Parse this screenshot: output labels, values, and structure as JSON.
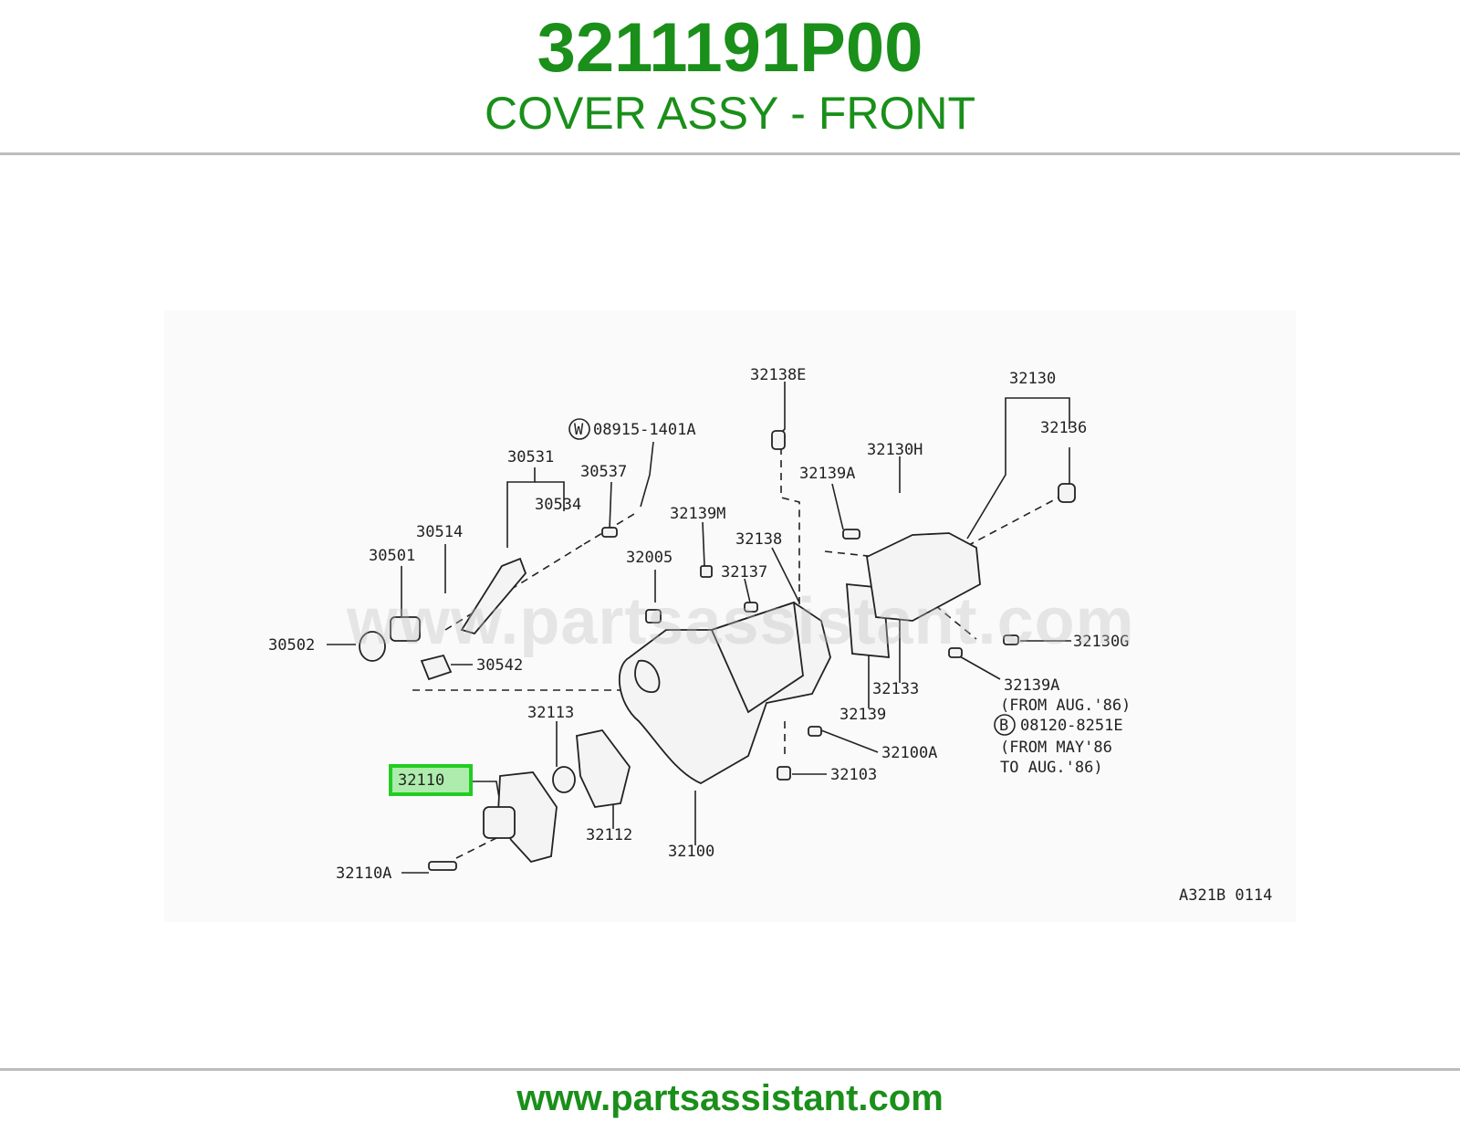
{
  "header": {
    "part_number": "3211191P00",
    "part_name": "COVER ASSY - FRONT"
  },
  "diagram": {
    "watermark": "www.partsassistant.com",
    "highlighted_part": "32110",
    "drawing_code": "A321B 0114",
    "callouts": {
      "c32138E": "32138E",
      "c32130": "32130",
      "c32136": "32136",
      "c32130H": "32130H",
      "c08915": "08915-1401A",
      "c08915_symbol": "W",
      "c30531": "30531",
      "c30537": "30537",
      "c30534": "30534",
      "c32139A_top": "32139A",
      "c32139M": "32139M",
      "c30514": "30514",
      "c32138": "32138",
      "c30501": "30501",
      "c32005": "32005",
      "c32137": "32137",
      "c30502": "30502",
      "c32130G": "32130G",
      "c30542": "30542",
      "c32133": "32133",
      "c32139A_right": "32139A",
      "c_from_aug86": "(FROM AUG.'86)",
      "c08120": "08120-8251E",
      "c08120_symbol": "B",
      "c_from_may86": "(FROM MAY'86",
      "c_to_aug86": "TO AUG.'86)",
      "c32139": "32139",
      "c32113": "32113",
      "c32100A": "32100A",
      "c32103": "32103",
      "c32112": "32112",
      "c32100": "32100",
      "c32110A": "32110A"
    }
  },
  "footer": {
    "url": "www.partsassistant.com"
  }
}
